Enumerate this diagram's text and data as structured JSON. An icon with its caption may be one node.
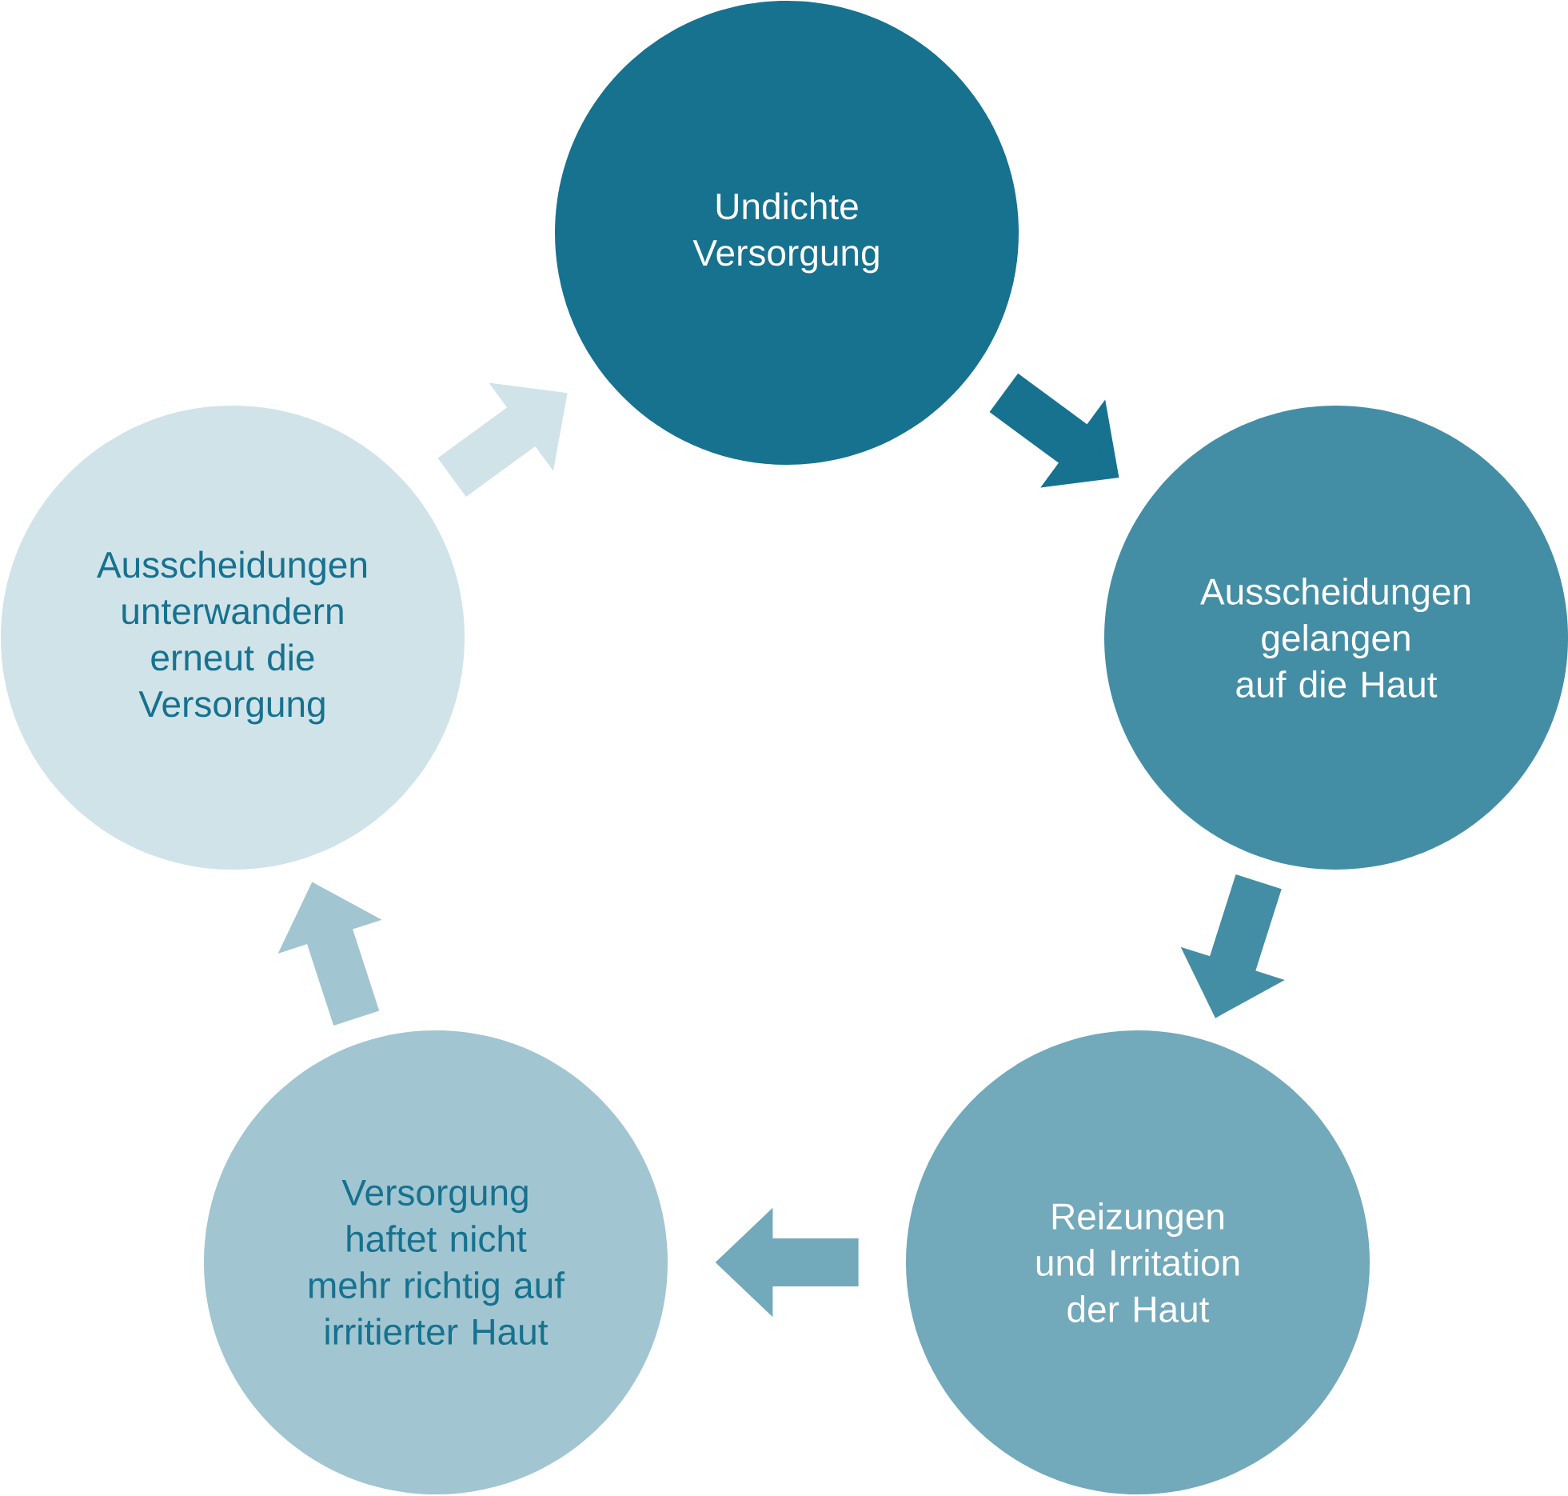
{
  "diagram": {
    "nodes": [
      {
        "text": [
          "Undichte Versorgung"
        ]
      },
      {
        "text": [
          "Ausscheidungen gelangen auf die Haut"
        ]
      },
      {
        "text": [
          "Reizungen und Irritation der Haut"
        ]
      },
      {
        "text": [
          "Versorgung haftet nicht mehr richtig auf irritierter Haut"
        ]
      },
      {
        "text": [
          "Ausscheidungen unterwandern erneut die Versorgung"
        ]
      }
    ],
    "edges": [
      {
        "from": 0,
        "to": 1,
        "arrow": "to",
        "color": "#16728f"
      },
      {
        "from": 1,
        "to": 2,
        "arrow": "to",
        "color": "#438ea5"
      },
      {
        "from": 2,
        "to": 3,
        "arrow": "to",
        "color": "#72a9bb"
      },
      {
        "from": 3,
        "to": 4,
        "arrow": "to",
        "color": "#a1c5d1"
      },
      {
        "from": 4,
        "to": 0,
        "arrow": "to",
        "color": "#d0e3e9"
      }
    ]
  }
}
